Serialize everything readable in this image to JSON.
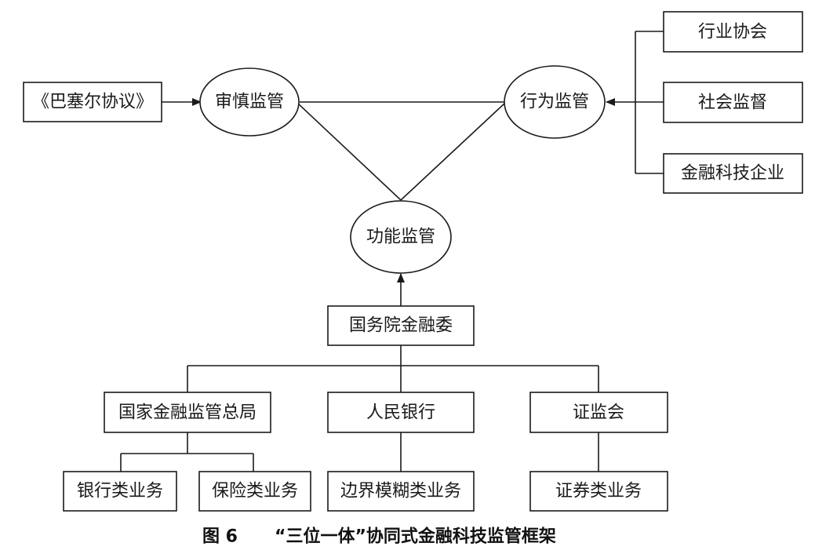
{
  "nodes": {
    "basel": "《巴塞尔协议》",
    "prudential": "审慎监管",
    "conduct": "行为监管",
    "functional": "功能监管",
    "industry_assoc": "行业协会",
    "social_supervision": "社会监督",
    "fintech_firms": "金融科技企业",
    "state_council_committee": "国务院金融委",
    "nfra": "国家金融监管总局",
    "pboc": "人民银行",
    "csrc": "证监会",
    "banking_business": "银行类业务",
    "insurance_business": "保险类业务",
    "boundary_business": "边界模糊类业务",
    "securities_business": "证券类业务"
  },
  "caption": {
    "figure_number": "图 6",
    "title": "“三位一体”协同式金融科技监管框架"
  },
  "colors": {
    "stroke": "#1a1a1a",
    "text": "#1a1a1a",
    "background": "#ffffff"
  }
}
